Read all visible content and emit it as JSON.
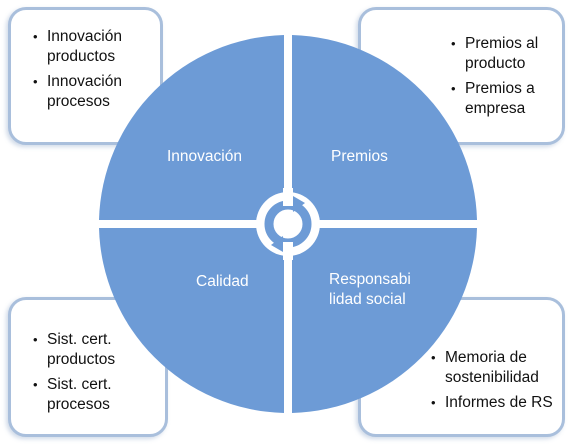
{
  "diagram": {
    "colors": {
      "quadrant_fill": "#6d9bd6",
      "box_border": "#a9bfdc",
      "quadrant_text": "#ffffff"
    },
    "quadrants": {
      "top_left": "Innovación",
      "top_right": "Premios",
      "bottom_left": "Calidad",
      "bottom_right": "Responsabi\nlidad social"
    },
    "boxes": {
      "top_left": [
        "Innovación productos",
        "Innovación procesos"
      ],
      "top_right": [
        "Premios al producto",
        "Premios a empresa"
      ],
      "bottom_left": [
        "Sist. cert. productos",
        "Sist. cert. procesos"
      ],
      "bottom_right": [
        "Memoria de sostenibilidad",
        "Informes de RS"
      ]
    },
    "bullet_char": "•",
    "center_icon": "circular-arrows-icon"
  }
}
